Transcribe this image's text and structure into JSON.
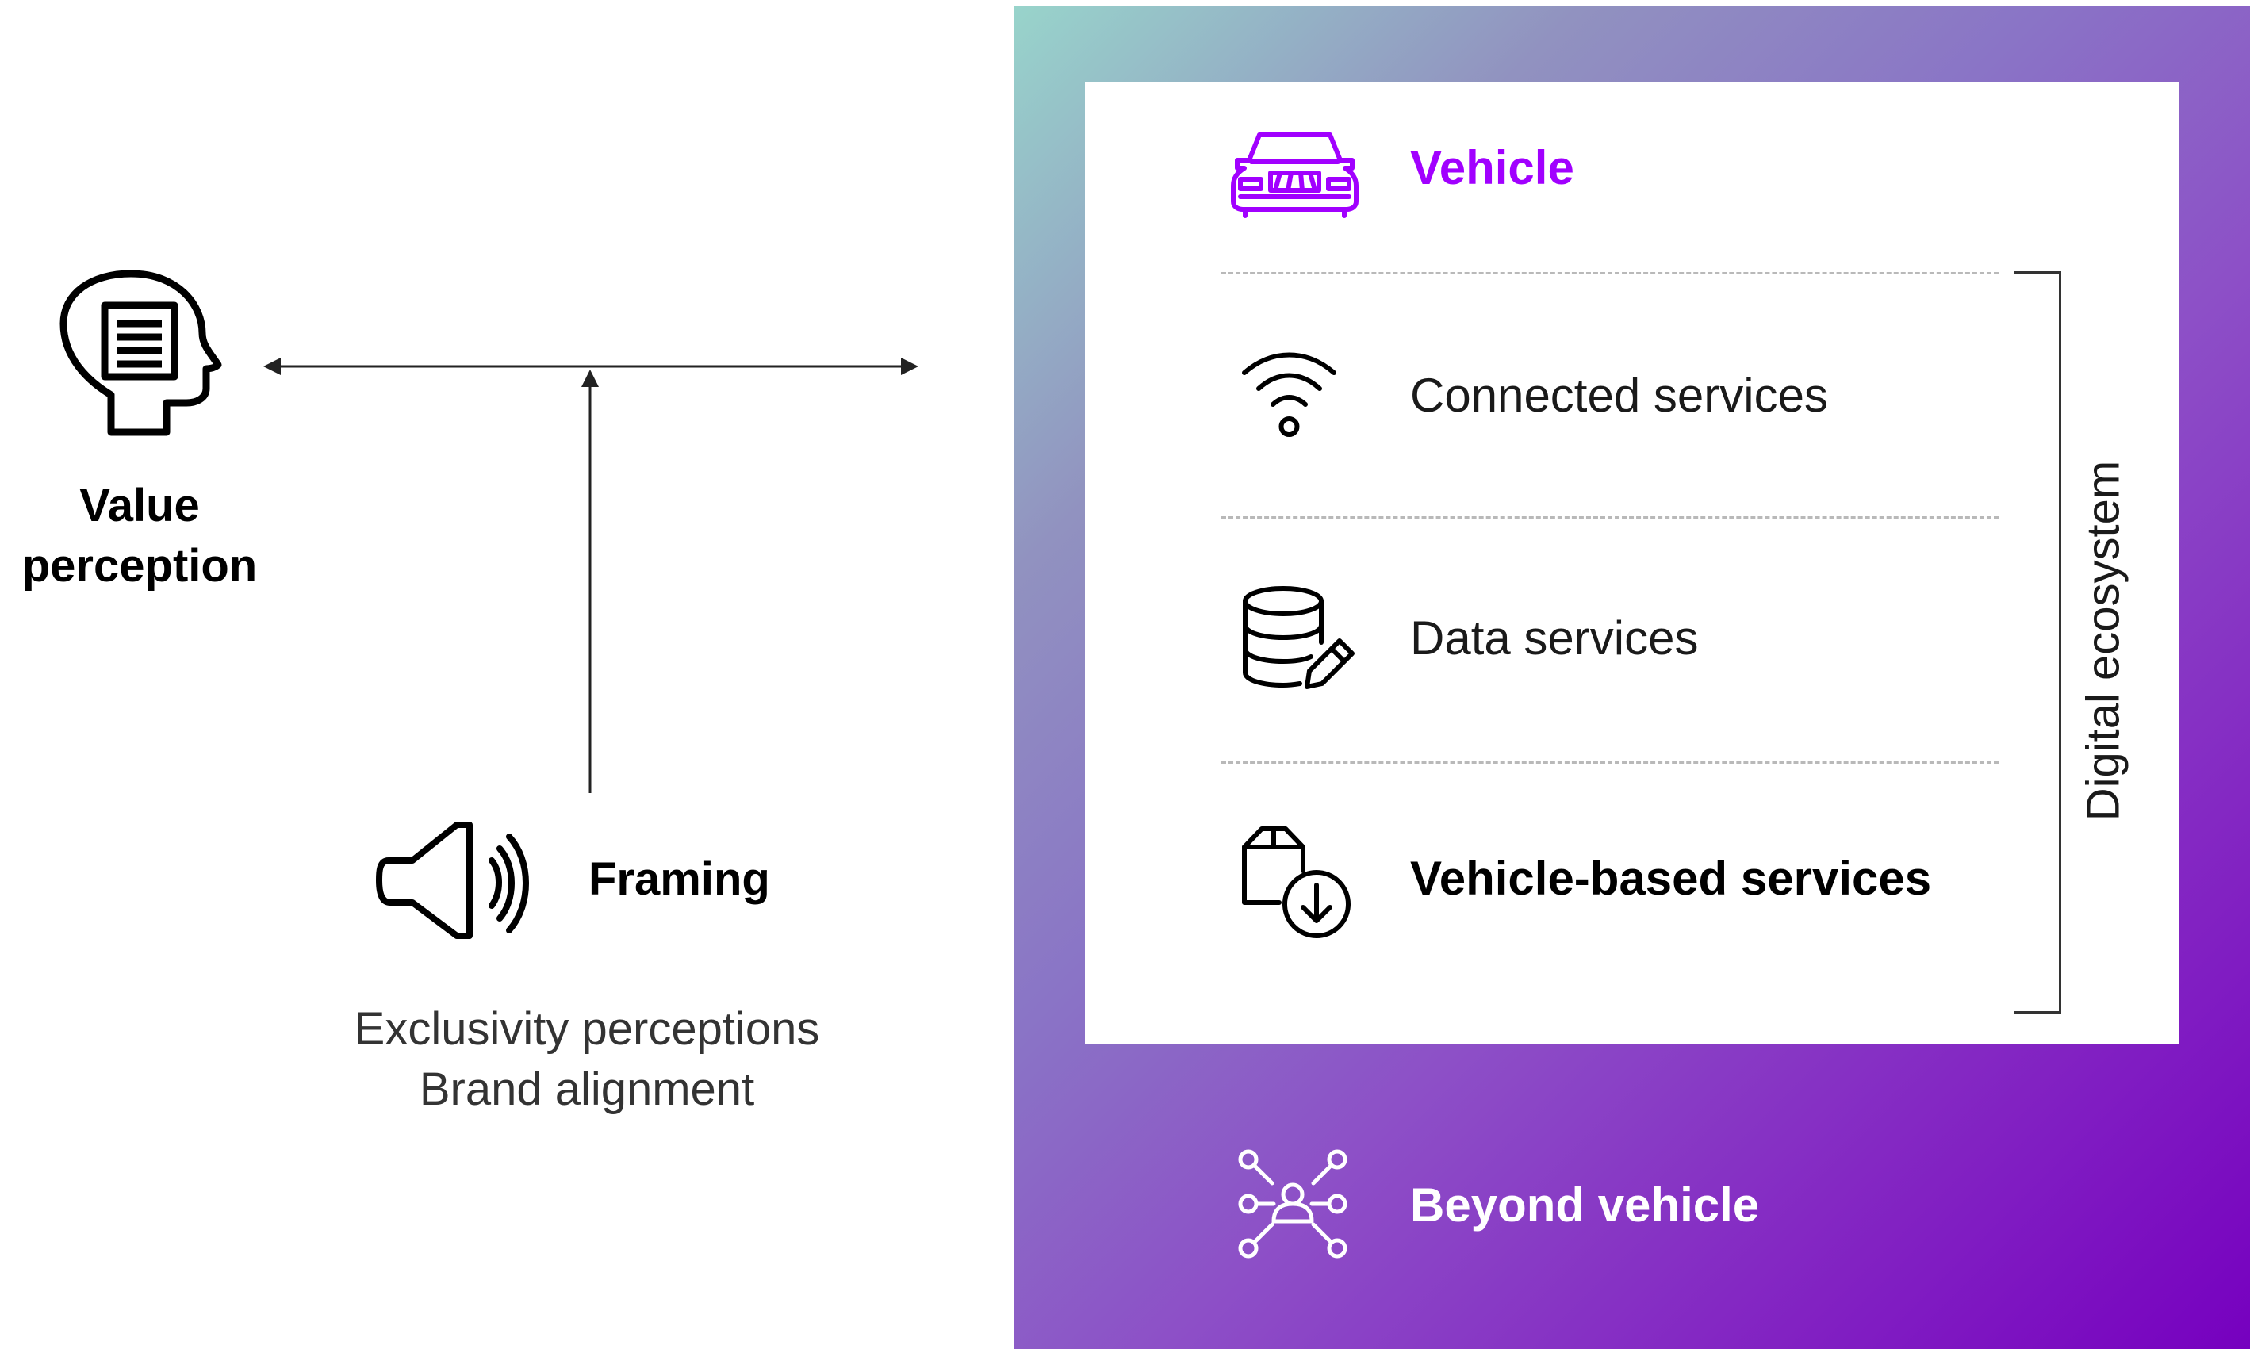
{
  "left": {
    "value_label_line1": "Value",
    "value_label_line2": "perception",
    "framing_label": "Framing",
    "framing_sub_line1": "Exclusivity perceptions",
    "framing_sub_line2": "Brand alignment"
  },
  "ecosystem": {
    "vehicle": "Vehicle",
    "connected": "Connected services",
    "data": "Data services",
    "vehicle_based": "Vehicle-based services",
    "beyond": "Beyond vehicle",
    "bracket_label": "Digital ecosystem"
  },
  "colors": {
    "accent_purple": "#a100ff",
    "panel_gradient_start": "#98d4cb",
    "panel_gradient_end": "#7600bf"
  },
  "icons": {
    "value": "head-document-icon",
    "framing": "megaphone-sound-icon",
    "vehicle": "car-front-icon",
    "connected": "wifi-icon",
    "data": "database-edit-icon",
    "vehicle_based": "box-download-icon",
    "beyond": "network-people-icon"
  }
}
